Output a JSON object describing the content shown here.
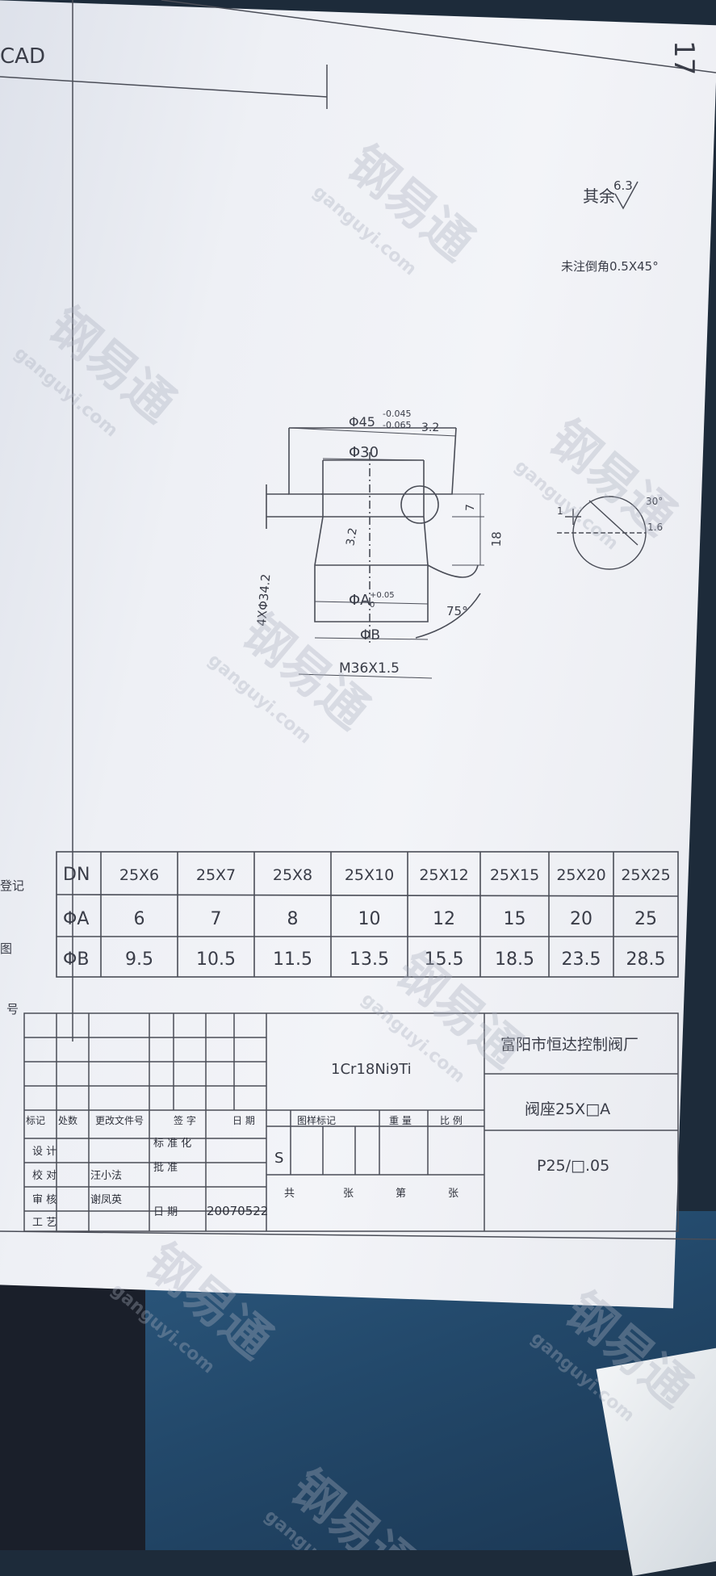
{
  "header": {
    "cad_label": "CAD",
    "page_mark": "17",
    "surface_note": "其余",
    "surface_value": "6.3",
    "chamfer_note": "未注倒角0.5X45°"
  },
  "drawing": {
    "dim_outer": "Φ45",
    "dim_outer_upper": "-0.045",
    "dim_outer_lower": "-0.065",
    "roughness_top": "3.2",
    "dim_inner": "Φ30",
    "roughness_left": "3.2",
    "dim_height_small": "7",
    "dim_height": "18",
    "dim_hole": "4XΦ34.2",
    "dim_a": "ΦA",
    "dim_a_tol": "+0.05",
    "dim_a_tol_low": "0",
    "dim_b": "ΦB",
    "dim_thread": "M36X1.5",
    "angle": "75°",
    "detail_angle": "30°",
    "detail_roughness": "1.6",
    "detail_dim": "1"
  },
  "spec_table": {
    "row_labels": [
      "DN",
      "ΦA",
      "ΦB"
    ],
    "dn": [
      "25X6",
      "25X7",
      "25X8",
      "25X10",
      "25X12",
      "25X15",
      "25X20",
      "25X25"
    ],
    "a": [
      "6",
      "7",
      "8",
      "10",
      "12",
      "15",
      "20",
      "25"
    ],
    "b": [
      "9.5",
      "10.5",
      "11.5",
      "13.5",
      "15.5",
      "18.5",
      "23.5",
      "28.5"
    ]
  },
  "margin_labels": [
    "登记",
    "图",
    "号"
  ],
  "title_block": {
    "material": "1Cr18Ni9Ti",
    "company": "富阳市恒达控制阀厂",
    "part_name": "阀座25X□A",
    "part_no": "P25/□.05",
    "rev_headers": [
      "标记",
      "处数",
      "更改文件号",
      "签 字",
      "日 期"
    ],
    "design": "设  计",
    "check": "校  对",
    "check_name": "汪小法",
    "review": "审  核",
    "review_name": "谢凤英",
    "process": "工  艺",
    "standardize": "标 准 化",
    "approve": "批  准",
    "date_label": "日  期",
    "date_value": "20070522",
    "stage_label": "图样标记",
    "weight_label": "重  量",
    "scale_label": "比  例",
    "stage_value": "S",
    "total": "共",
    "sheets": "张",
    "sheet_no": "第",
    "sheets2": "张"
  },
  "watermark": {
    "cn": "钢易通",
    "url": "ganguyi.com"
  }
}
